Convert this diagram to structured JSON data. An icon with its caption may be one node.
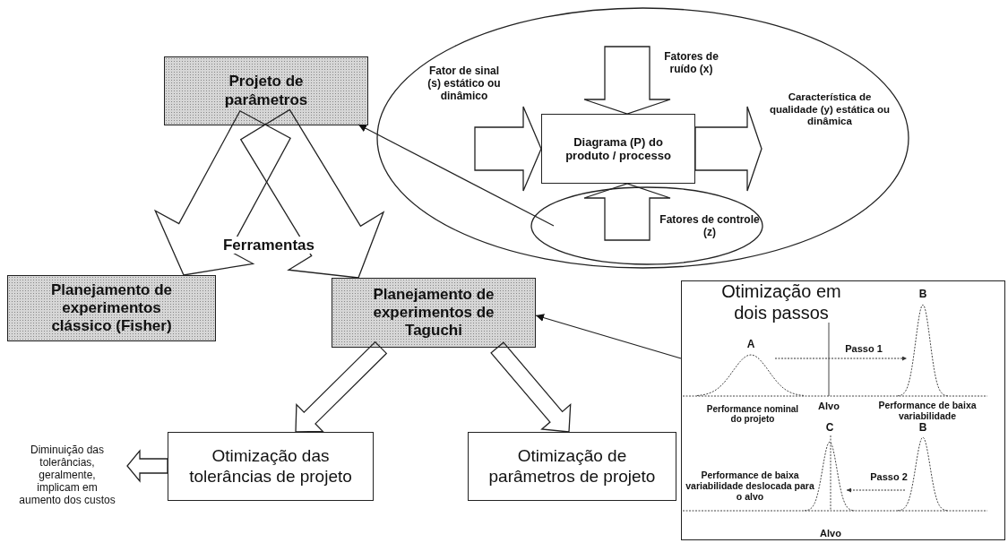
{
  "diagram": {
    "nodes": [
      {
        "text": [
          "Projeto de parâmetros"
        ]
      },
      {
        "text": [],
        "shape": "ellipse"
      },
      {
        "text": [
          "Fator de sinal (s) estático ou dinâmico"
        ],
        "in": 1
      },
      {
        "text": [
          "Fatores de ruído (x)"
        ],
        "in": 1
      },
      {
        "text": [
          "Diagrama (P) do produto / processo"
        ],
        "in": 1
      },
      {
        "text": [
          "Característica de qualidade (y) estática ou dinâmica"
        ],
        "in": 1
      },
      {
        "text": [
          "Fatores de controle (z)"
        ],
        "in": 1
      },
      {
        "text": [
          "Planejamento de experimentos clássico (Fisher)"
        ]
      },
      {
        "text": [
          "Planejamento de experimentos de Taguchi"
        ]
      },
      {
        "text": [
          "Diminuição das tolerâncias, geralmente, implicam em aumento dos custos"
        ]
      },
      {
        "text": [
          "Otimização das tolerâncias de projeto"
        ]
      },
      {
        "text": [
          "Otimização de parâmetros de projeto"
        ]
      },
      {
        "text": [
          "Otimização em dois passos"
        ]
      }
    ],
    "edges": [
      {
        "from": 0,
        "to": 7,
        "arrow": "to",
        "style": "thick"
      },
      {
        "from": 0,
        "to": 8,
        "arrow": "to",
        "style": "thick"
      },
      {
        "from": 2,
        "to": 4,
        "arrow": "to",
        "style": "thick"
      },
      {
        "from": 3,
        "to": 4,
        "arrow": "to",
        "style": "thick"
      },
      {
        "from": 6,
        "to": 4,
        "arrow": "to",
        "style": "thick"
      },
      {
        "from": 4,
        "to": 5,
        "arrow": "to",
        "style": "thick"
      },
      {
        "from": 6,
        "to": 0,
        "arrow": "to"
      },
      {
        "from": 8,
        "to": 10,
        "arrow": "to",
        "style": "thick"
      },
      {
        "from": 8,
        "to": 11,
        "arrow": "to",
        "style": "thick"
      },
      {
        "from": 10,
        "to": 9,
        "arrow": "to",
        "style": "thick"
      },
      {
        "from": 12,
        "to": 8,
        "arrow": "to"
      }
    ],
    "labels": [
      "Ferramentas",
      "A",
      "B",
      "Passo 1",
      "Alvo",
      "Performance nominal do projeto",
      "Performance de baixa variabilidade",
      "C",
      "B",
      "Performance de baixa variabilidade deslocada para o alvo",
      "Passo 2",
      "Alvo"
    ]
  }
}
